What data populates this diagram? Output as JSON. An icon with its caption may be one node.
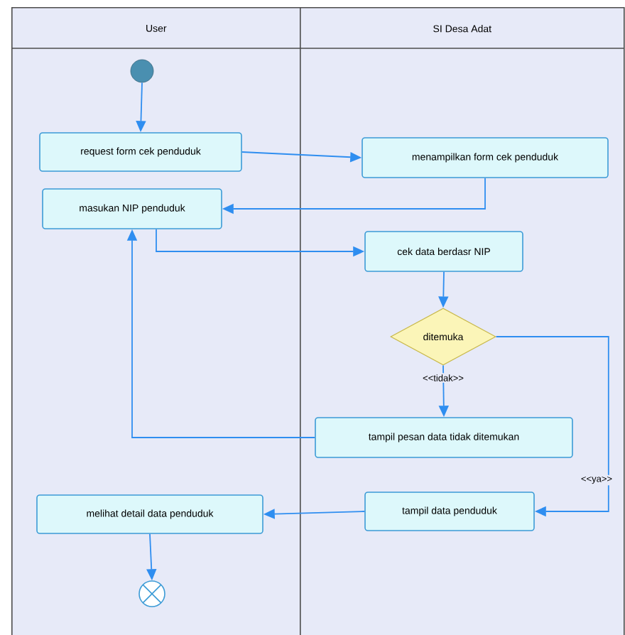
{
  "diagram": {
    "nodes": [
      {
        "text": [
          "User"
        ]
      },
      {
        "text": [
          "SI Desa Adat"
        ]
      },
      {
        "text": [],
        "shape": "circle",
        "in": 0
      },
      {
        "text": [
          "request form cek penduduk"
        ],
        "in": 0
      },
      {
        "text": [
          "menampilkan form cek penduduk"
        ],
        "in": 1
      },
      {
        "text": [
          "masukan NIP penduduk"
        ],
        "in": 0
      },
      {
        "text": [
          "cek data berdasr NIP"
        ],
        "in": 1
      },
      {
        "text": [
          "ditemuka"
        ],
        "in": 1
      },
      {
        "text": [
          "tampil pesan data tidak ditemukan"
        ],
        "in": 1
      },
      {
        "text": [
          "tampil data penduduk"
        ],
        "in": 1
      },
      {
        "text": [
          "melihat detail data penduduk"
        ],
        "in": 0
      },
      {
        "text": [],
        "shape": "circle",
        "in": 0
      }
    ],
    "edges": [
      {
        "from": 2,
        "to": 3,
        "arrow": "to"
      },
      {
        "from": 3,
        "to": 4,
        "arrow": "to"
      },
      {
        "from": 4,
        "to": 5,
        "arrow": "to"
      },
      {
        "from": 5,
        "to": 6,
        "arrow": "to"
      },
      {
        "from": 6,
        "to": 7,
        "arrow": "to"
      },
      {
        "from": 7,
        "to": 8,
        "label": "<<tidak>>",
        "arrow": "to"
      },
      {
        "from": 8,
        "to": 5,
        "arrow": "to"
      },
      {
        "from": 7,
        "to": 9,
        "label": "<<ya>>",
        "arrow": "to"
      },
      {
        "from": 9,
        "to": 10,
        "arrow": "to"
      },
      {
        "from": 10,
        "to": 11,
        "arrow": "to"
      }
    ]
  }
}
